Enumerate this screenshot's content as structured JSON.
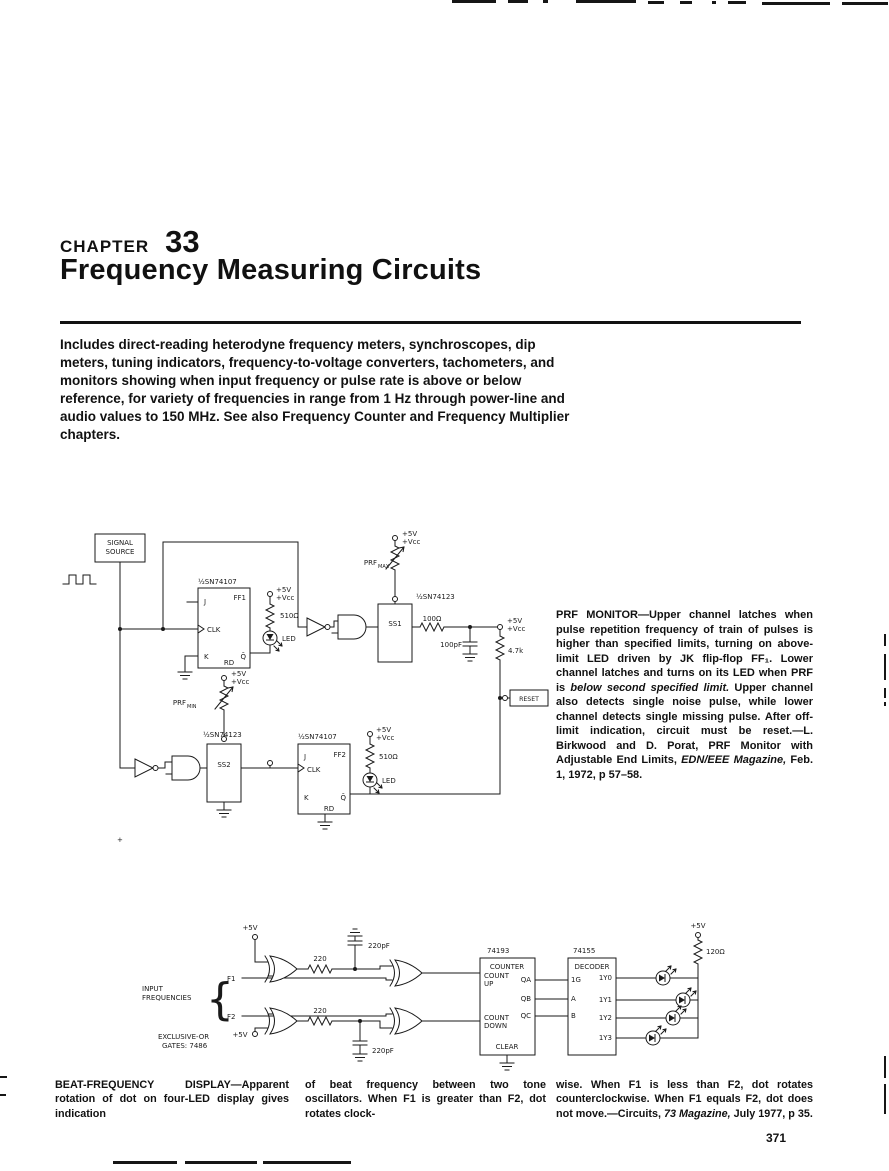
{
  "header": {
    "chapter_label": "CHAPTER",
    "chapter_number": "33",
    "title": "Frequency Measuring Circuits"
  },
  "intro": "Includes direct-reading heterodyne frequency meters, synchroscopes, dip meters, tuning indicators, frequency-to-voltage converters, tachometers, and monitors showing when input frequency or pulse rate is above or below reference, for variety of frequencies in range from 1 Hz through power-line and audio values to 150 MHz. See also Frequency Counter and Frequency Multiplier chapters.",
  "labels": {
    "v5": "+5V",
    "vcc": "+Vcc"
  },
  "circuit1": {
    "signal_line1": "SIGNAL",
    "signal_line2": "SOURCE",
    "chip_74107": "½SN74107",
    "chip_74123": "½SN74123",
    "ff1": "FF1",
    "ff2": "FF2",
    "ss1": "SS1",
    "ss2": "SS2",
    "pin_j": "J",
    "pin_clk": "CLK",
    "pin_k": "K",
    "pin_rd": "RD",
    "pin_qbar": "Q̄",
    "r510": "510Ω",
    "led": "LED",
    "prf": "PRF",
    "max": "MAX",
    "min": "MIN",
    "r100": "100Ω",
    "c100": "100pF",
    "r47k": "4.7k",
    "reset": "RESET",
    "plus": "+"
  },
  "caption1": {
    "body": "PRF MONITOR—Upper channel latches when pulse repetition frequency of train of pulses is higher than specified limits, turning on above-limit LED driven by JK flip-flop FF₁. Lower channel latches and turns on its LED when PRF is ",
    "italic_phrase": "below second specified limit.",
    "body2": " Upper channel also detects single noise pulse, while lower channel detects single missing pulse. After off-limit indication, circuit must be reset.—L. Birkwood and D. Porat, PRF Monitor with Adjustable End Limits, ",
    "magazine": "EDN/EEE Magazine,",
    "body3": " Feb. 1, 1972, p 57–58."
  },
  "circuit2": {
    "input1": "INPUT",
    "input2": "FREQUENCIES",
    "brace": "{",
    "f1": "F1",
    "f2": "F2",
    "xor1": "EXCLUSIVE-OR",
    "xor2": "GATES: 7486",
    "r220": "220",
    "c220": "220pF",
    "r120": "120Ω",
    "chip_counter": "74193",
    "counter": "COUNTER",
    "count": "COUNT",
    "up": "UP",
    "down": "DOWN",
    "clear": "CLEAR",
    "qa": "QA",
    "qb": "QB",
    "qc": "QC",
    "chip_decoder": "74155",
    "decoder": "DECODER",
    "g1": "1G",
    "a": "A",
    "b": "B",
    "y0": "1Y0",
    "y1": "1Y1",
    "y2": "1Y2",
    "y3": "1Y3"
  },
  "caption2": {
    "col1": "BEAT-FREQUENCY DISPLAY—Apparent rotation of dot on four-LED display gives indication",
    "col2": "of beat frequency between two tone oscillators. When F1 is greater than F2, dot rotates clock-",
    "col3_pre": "wise. When F1 is less than F2, dot rotates counterclockwise. When F1 equals F2, dot does not move.—Circuits, ",
    "col3_magazine": "73 Magazine,",
    "col3_post": " July 1977, p 35."
  },
  "page_number": "371"
}
